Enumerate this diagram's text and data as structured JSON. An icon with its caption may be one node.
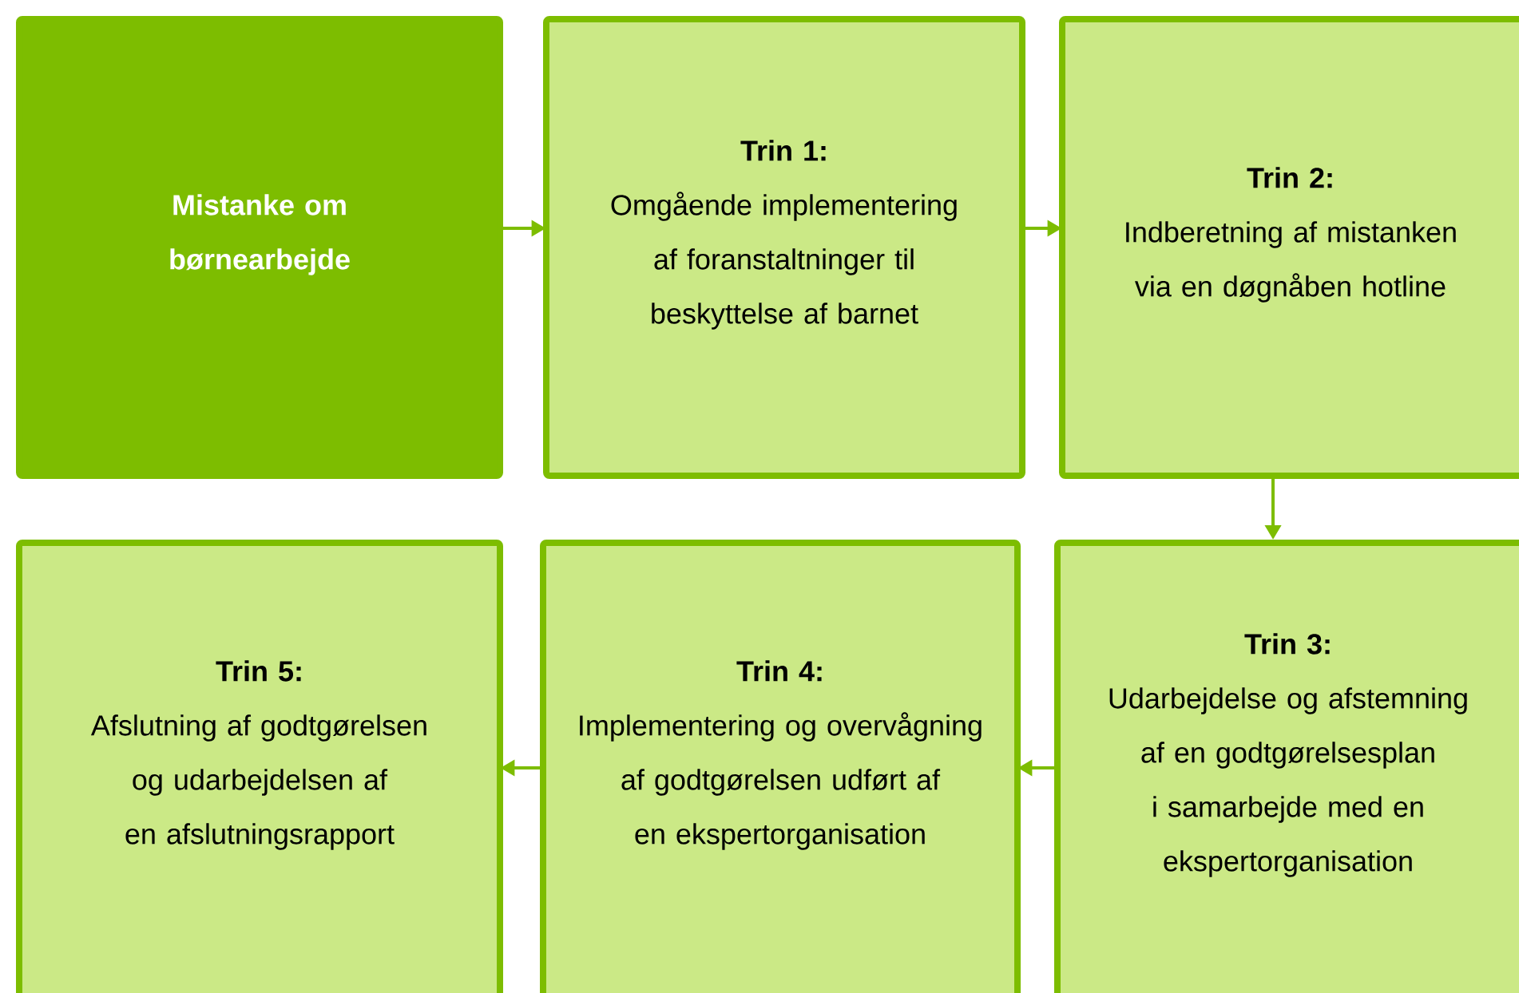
{
  "diagram": {
    "nodes": [
      {
        "text": [
          "Mistanke om børnearbejde"
        ]
      },
      {
        "text": [
          "Trin 1:",
          "Omgående implementering af foranstaltninger til beskyttelse af barnet"
        ]
      },
      {
        "text": [
          "Trin 2:",
          "Indberetning af mistanken via en døgnåben hotline"
        ]
      },
      {
        "text": [
          "Trin 3:",
          "Udarbejdelse og afstemning af en godtgørelsesplan i samarbejde med en ekspertorganisation"
        ]
      },
      {
        "text": [
          "Trin 4:",
          "Implementering og overvågning af godtgørelsen udført af en ekspertorganisation"
        ]
      },
      {
        "text": [
          "Trin 5:",
          "Afslutning af godtgørelsen og udarbejdelsen af en afslutningsrapport"
        ]
      }
    ],
    "edges": [
      {
        "from": 0,
        "to": 1,
        "arrow": "to"
      },
      {
        "from": 1,
        "to": 2,
        "arrow": "to"
      },
      {
        "from": 2,
        "to": 3,
        "arrow": "to"
      },
      {
        "from": 3,
        "to": 4,
        "arrow": "to"
      },
      {
        "from": 4,
        "to": 5,
        "arrow": "to"
      }
    ]
  }
}
